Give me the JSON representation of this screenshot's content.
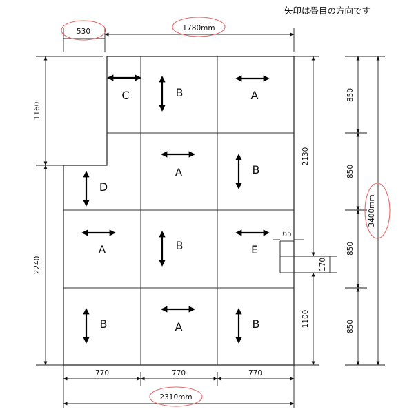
{
  "note": "矢印は畳目の方向です",
  "dimensions": {
    "top_notch": "530",
    "top_main": "1780mm",
    "left_upper": "1160",
    "left_lower": "2240",
    "mid_right_upper": "2130",
    "mid_right_lower": "1100",
    "notch_width": "65",
    "notch_height": "170",
    "far_right_1": "850",
    "far_right_2": "850",
    "far_right_3": "850",
    "far_right_4": "850",
    "total_height": "3400mm",
    "bottom_col_1": "770",
    "bottom_col_2": "770",
    "bottom_col_3": "770",
    "bottom_total": "2310mm"
  },
  "mats": [
    {
      "id": "r0c0",
      "label": "C",
      "arrow": "horizontal"
    },
    {
      "id": "r0c1",
      "label": "B",
      "arrow": "vertical"
    },
    {
      "id": "r0c2",
      "label": "A",
      "arrow": "horizontal"
    },
    {
      "id": "r1c0",
      "label": "D",
      "arrow": "vertical"
    },
    {
      "id": "r1c1",
      "label": "A",
      "arrow": "horizontal"
    },
    {
      "id": "r1c2",
      "label": "B",
      "arrow": "vertical"
    },
    {
      "id": "r2c0",
      "label": "A",
      "arrow": "horizontal"
    },
    {
      "id": "r2c1",
      "label": "B",
      "arrow": "vertical"
    },
    {
      "id": "r2c2",
      "label": "E",
      "arrow": "horizontal"
    },
    {
      "id": "r3c0",
      "label": "B",
      "arrow": "vertical"
    },
    {
      "id": "r3c1",
      "label": "A",
      "arrow": "horizontal"
    },
    {
      "id": "r3c2",
      "label": "B",
      "arrow": "vertical"
    }
  ]
}
